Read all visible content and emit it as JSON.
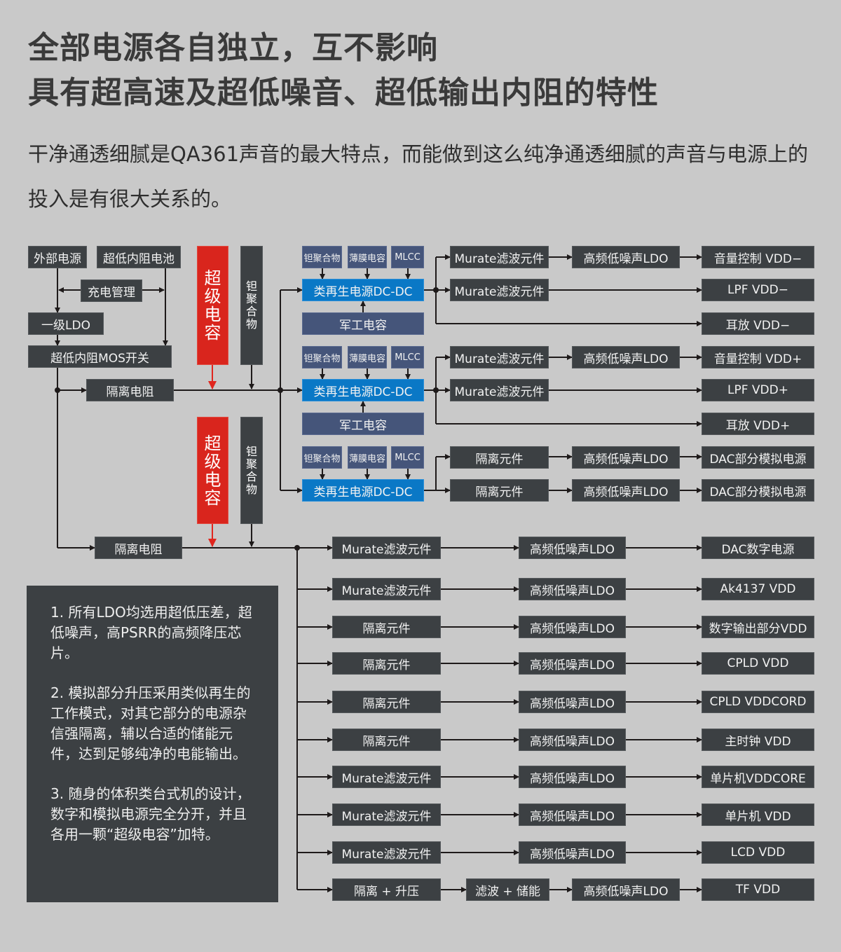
{
  "title": [
    "全部电源各自独立，互不影响",
    "具有超高速及超低噪音、超低输出内阻的特性"
  ],
  "intro": "干净通透细腻是QA361声音的最大特点，而能做到这么纯净通透细腻的声音与电源上的投入是有很大关系的。",
  "colors": {
    "background": "#c9c9c9",
    "box": "#3c4043",
    "dcdc": "#0a78c6",
    "component": "#45557a",
    "supercap": "#d9251d"
  },
  "sources": {
    "external": "外部电源",
    "battery": "超低内阻电池",
    "charge": "充电管理",
    "ldo1": "一级LDO",
    "mos": "超低内阻MOS开关",
    "iso_resistor_1": "隔离电阻",
    "iso_resistor_2": "隔离电阻"
  },
  "supercap": [
    "超",
    "级",
    "电",
    "容"
  ],
  "tantalum": [
    "钽",
    "聚",
    "合",
    "物"
  ],
  "groups": [
    {
      "caps": [
        "钽聚合物",
        "薄膜电容",
        "MLCC"
      ],
      "dcdc": "类再生电源DC-DC",
      "military": "军工电容"
    },
    {
      "caps": [
        "钽聚合物",
        "薄膜电容",
        "MLCC"
      ],
      "dcdc": "类再生电源DC-DC",
      "military": "军工电容"
    },
    {
      "caps": [
        "钽聚合物",
        "薄膜电容",
        "MLCC"
      ],
      "dcdc": "类再生电源DC-DC"
    }
  ],
  "top_rows": [
    {
      "filter": "Murate滤波元件",
      "ldo": "高频低噪声LDO",
      "output": "音量控制 VDD−"
    },
    {
      "filter": "Murate滤波元件",
      "output": "LPF VDD−"
    },
    {
      "output": "耳放 VDD−"
    },
    {
      "filter": "Murate滤波元件",
      "ldo": "高频低噪声LDO",
      "output": "音量控制 VDD+"
    },
    {
      "filter": "Murate滤波元件",
      "output": "LPF VDD+"
    },
    {
      "output": "耳放 VDD+"
    },
    {
      "filter": "隔离元件",
      "ldo": "高频低噪声LDO",
      "output": "DAC部分模拟电源"
    },
    {
      "filter": "隔离元件",
      "ldo": "高频低噪声LDO",
      "output": "DAC部分模拟电源"
    }
  ],
  "bottom_rows": [
    {
      "filter": "Murate滤波元件",
      "ldo": "高频低噪声LDO",
      "output": "DAC数字电源"
    },
    {
      "filter": "Murate滤波元件",
      "ldo": "高频低噪声LDO",
      "output": "Ak4137 VDD"
    },
    {
      "filter": "隔离元件",
      "ldo": "高频低噪声LDO",
      "output": "数字输出部分VDD"
    },
    {
      "filter": "隔离元件",
      "ldo": "高频低噪声LDO",
      "output": "CPLD VDD"
    },
    {
      "filter": "隔离元件",
      "ldo": "高频低噪声LDO",
      "output": "CPLD VDDCORD"
    },
    {
      "filter": "隔离元件",
      "ldo": "高频低噪声LDO",
      "output": "主时钟 VDD"
    },
    {
      "filter": "Murate滤波元件",
      "ldo": "高频低噪声LDO",
      "output": "单片机VDDCORE"
    },
    {
      "filter": "Murate滤波元件",
      "ldo": "高频低噪声LDO",
      "output": "单片机 VDD"
    },
    {
      "filter": "Murate滤波元件",
      "ldo": "高频低噪声LDO",
      "output": "LCD VDD"
    },
    {
      "filter": "隔离 + 升压",
      "mid": "滤波 + 储能",
      "ldo": "高频低噪声LDO",
      "output": "TF VDD"
    }
  ],
  "notes": [
    "1. 所有LDO均选用超低压差，超低噪声，高PSRR的高频降压芯片。",
    "2. 模拟部分升压采用类似再生的工作模式，对其它部分的电源杂信强隔离，辅以合适的储能元件，达到足够纯净的电能输出。",
    "3. 随身的体积类台式机的设计，数字和模拟电源完全分开，并且各用一颗“超级电容”加特。"
  ]
}
